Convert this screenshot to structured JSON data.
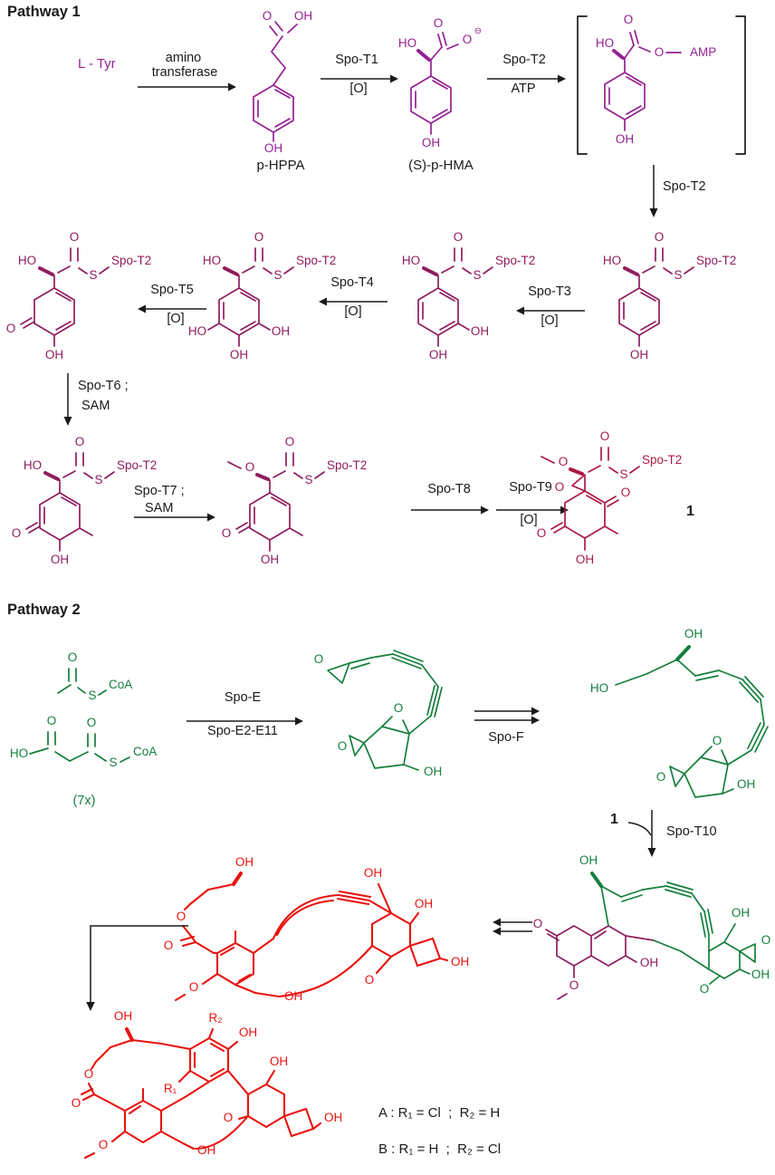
{
  "colors": {
    "purple": "#942192",
    "maroon": "#8f1d5e",
    "crimson": "#ad1a45",
    "green": "#157f3d",
    "red": "#e8130f",
    "black": "#1a1a1a"
  },
  "atoms": {
    "O": "O",
    "OH": "OH",
    "HO": "HO",
    "S": "S",
    "ominus": "⊖",
    "spoT2": "Spo-T2",
    "amp": "AMP",
    "coa": "CoA",
    "r1": "R₁",
    "r2": "R₂"
  },
  "pathway1": {
    "title": "Pathway 1",
    "start": "L - Tyr",
    "names": {
      "phppa": "p-HPPA",
      "phma": "(S)-p-HMA",
      "one": "1"
    },
    "arrows": {
      "amino": {
        "l1": "amino",
        "l2": "transferase"
      },
      "t1": {
        "top": "Spo-T1",
        "bot": "[O]"
      },
      "t2": {
        "top": "Spo-T2",
        "bot": "ATP"
      },
      "t2b": "Spo-T2",
      "t3": {
        "top": "Spo-T3",
        "bot": "[O]"
      },
      "t4": {
        "top": "Spo-T4",
        "bot": "[O]"
      },
      "t5": {
        "top": "Spo-T5",
        "bot": "[O]"
      },
      "t6": {
        "l1": "Spo-T6 ;",
        "l2": "SAM"
      },
      "t7": {
        "l1": "Spo-T7 ;",
        "l2": "SAM"
      },
      "t8": {
        "top": "Spo-T8"
      },
      "t9": {
        "top": "Spo-T9",
        "bot": "[O]"
      }
    }
  },
  "pathway2": {
    "title": "Pathway 2",
    "sevenx": "(7x)",
    "arrows": {
      "spoe": {
        "top": "Spo-E",
        "bot": "Spo-E2-E11"
      },
      "spof": "Spo-F",
      "t10": {
        "one": "1",
        "label": "Spo-T10"
      }
    },
    "legend": {
      "a": "A : R₁ = Cl  ;  R₂ = H",
      "b": "B : R₁ = H  ;  R₂ = Cl"
    }
  }
}
